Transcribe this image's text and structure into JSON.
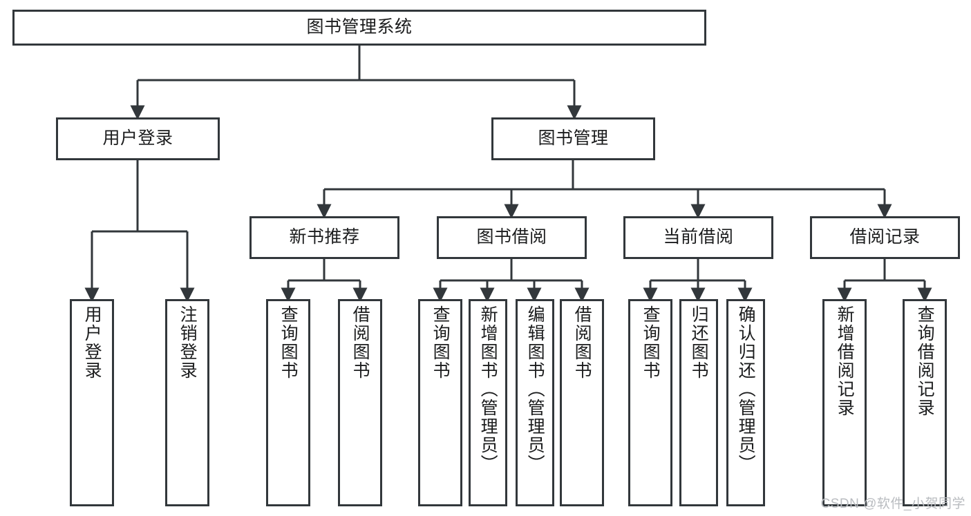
{
  "diagram": {
    "title": "图书管理系统",
    "type": "hierarchy-tree",
    "root": {
      "id": "root",
      "label": "图书管理系统"
    },
    "level2": [
      {
        "id": "user-login",
        "label": "用户登录"
      },
      {
        "id": "book-management",
        "label": "图书管理"
      }
    ],
    "level3": [
      {
        "id": "new-book-recommend",
        "label": "新书推荐"
      },
      {
        "id": "book-borrow",
        "label": "图书借阅"
      },
      {
        "id": "current-borrow",
        "label": "当前借阅"
      },
      {
        "id": "borrow-record",
        "label": "借阅记录"
      }
    ],
    "leaves": {
      "user_login": [
        {
          "id": "leaf-user-login",
          "label": "用户登录"
        },
        {
          "id": "leaf-logout-login",
          "label": "注销登录"
        }
      ],
      "new_book_recommend": [
        {
          "id": "leaf-query-book-1",
          "label": "查询图书"
        },
        {
          "id": "leaf-borrow-book-1",
          "label": "借阅图书"
        }
      ],
      "book_borrow": [
        {
          "id": "leaf-query-book-2",
          "label": "查询图书"
        },
        {
          "id": "leaf-add-book",
          "label": "新增图书（管理员）"
        },
        {
          "id": "leaf-edit-book",
          "label": "编辑图书（管理员）"
        },
        {
          "id": "leaf-borrow-book-2",
          "label": "借阅图书"
        }
      ],
      "current_borrow": [
        {
          "id": "leaf-query-book-3",
          "label": "查询图书"
        },
        {
          "id": "leaf-return-book",
          "label": "归还图书"
        },
        {
          "id": "leaf-confirm-return",
          "label": "确认归还（管理员）"
        }
      ],
      "borrow_record": [
        {
          "id": "leaf-add-record",
          "label": "新增借阅记录"
        },
        {
          "id": "leaf-query-record",
          "label": "查询借阅记录"
        }
      ]
    }
  },
  "watermark": {
    "text": "CSDN @软件_小贺同学"
  },
  "colors": {
    "stroke": "#32373b",
    "box_fill": "#ffffff",
    "text": "#1b1c1d",
    "watermark": "#b9bcc0",
    "background": "#ffffff"
  }
}
